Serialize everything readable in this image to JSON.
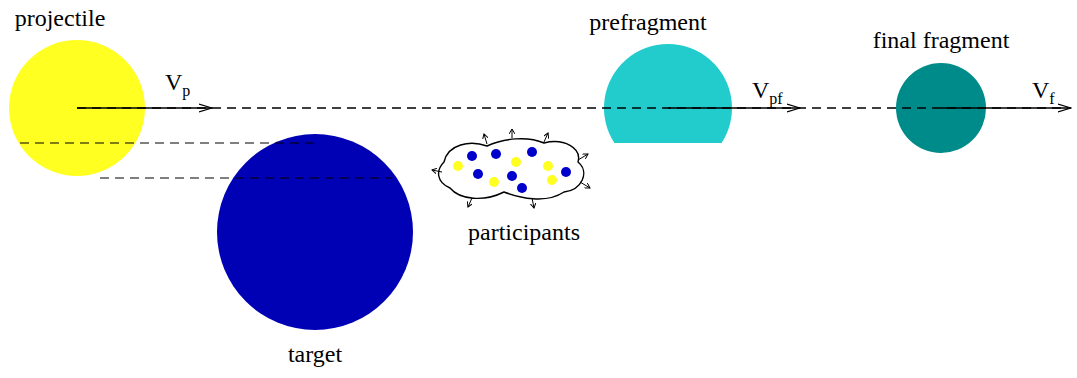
{
  "diagram": {
    "nodes": [
      {
        "text": [
          "projectile"
        ]
      },
      {
        "text": [
          "target"
        ]
      },
      {
        "text": [
          "participants"
        ]
      },
      {
        "text": [
          "prefragment"
        ]
      },
      {
        "text": [
          "final fragment"
        ]
      }
    ],
    "labels": [
      "Vp",
      "Vpf",
      "Vf"
    ]
  }
}
